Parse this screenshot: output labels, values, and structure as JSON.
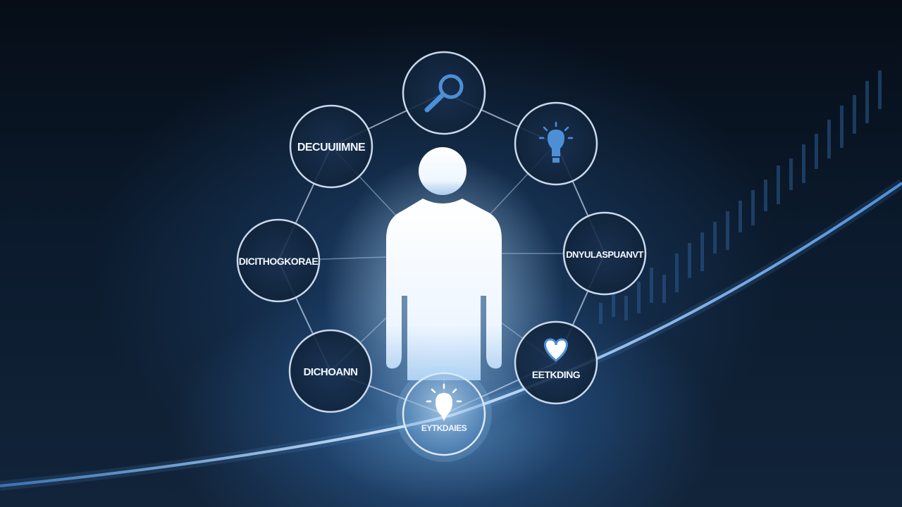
{
  "nodes": {
    "top_left_label": "DECUUIIMNE",
    "left_label": "DICITHOGKORAE",
    "bottom_left_label": "DICHOANN",
    "right_label": "DNYULASPUANVT",
    "bottom_right_label": "EETKDING",
    "bottom_label": "EYTKDAIES"
  },
  "icons": {
    "top": "magnifying-glass-icon",
    "top_right": "lightbulb-icon",
    "bottom_right": "heart-icon",
    "bottom": "lightbulb-icon",
    "center": "person-silhouette-icon"
  },
  "colors": {
    "background": "#0a1422",
    "ring": "#c9d8ea",
    "glow": "#9fd0ff",
    "curve": "#5fa8ff",
    "icon_blue": "#4d8fd6"
  }
}
